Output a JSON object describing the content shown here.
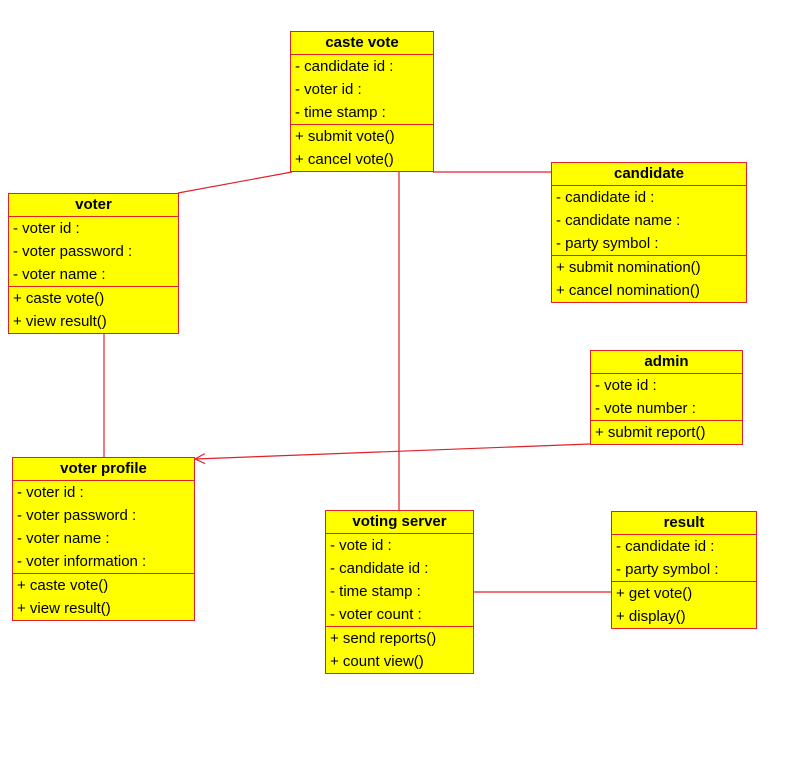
{
  "colors": {
    "fill": "#ffff00",
    "line": "#e0202a"
  },
  "classes": {
    "caste_vote": {
      "name": "caste vote",
      "attributes": [
        "- candidate id :",
        "- voter id :",
        "- time stamp :"
      ],
      "methods": [
        "+ submit vote()",
        "+ cancel vote()"
      ]
    },
    "voter": {
      "name": "voter",
      "attributes": [
        "- voter id :",
        "- voter password :",
        "- voter name :"
      ],
      "methods": [
        "+ caste vote()",
        "+ view result()"
      ]
    },
    "candidate": {
      "name": "candidate",
      "attributes": [
        "- candidate id :",
        "- candidate name :",
        "- party symbol :"
      ],
      "methods": [
        "+ submit nomination()",
        "+ cancel nomination()"
      ]
    },
    "admin": {
      "name": "admin",
      "attributes": [
        "- vote id :",
        "- vote number :"
      ],
      "methods": [
        "+ submit report()"
      ]
    },
    "voter_profile": {
      "name": "voter profile",
      "attributes": [
        "- voter id :",
        "- voter password :",
        "- voter name :",
        "- voter information :"
      ],
      "methods": [
        "+ caste vote()",
        "+ view result()"
      ]
    },
    "voting_server": {
      "name": "voting server",
      "attributes": [
        "- vote id  :",
        "- candidate id :",
        "- time stamp :",
        "- voter count :"
      ],
      "methods": [
        "+ send reports()",
        "+ count view()"
      ]
    },
    "result": {
      "name": "result",
      "attributes": [
        "- candidate id :",
        "- party symbol :"
      ],
      "methods": [
        "+ get vote()",
        "+ display()"
      ]
    }
  }
}
